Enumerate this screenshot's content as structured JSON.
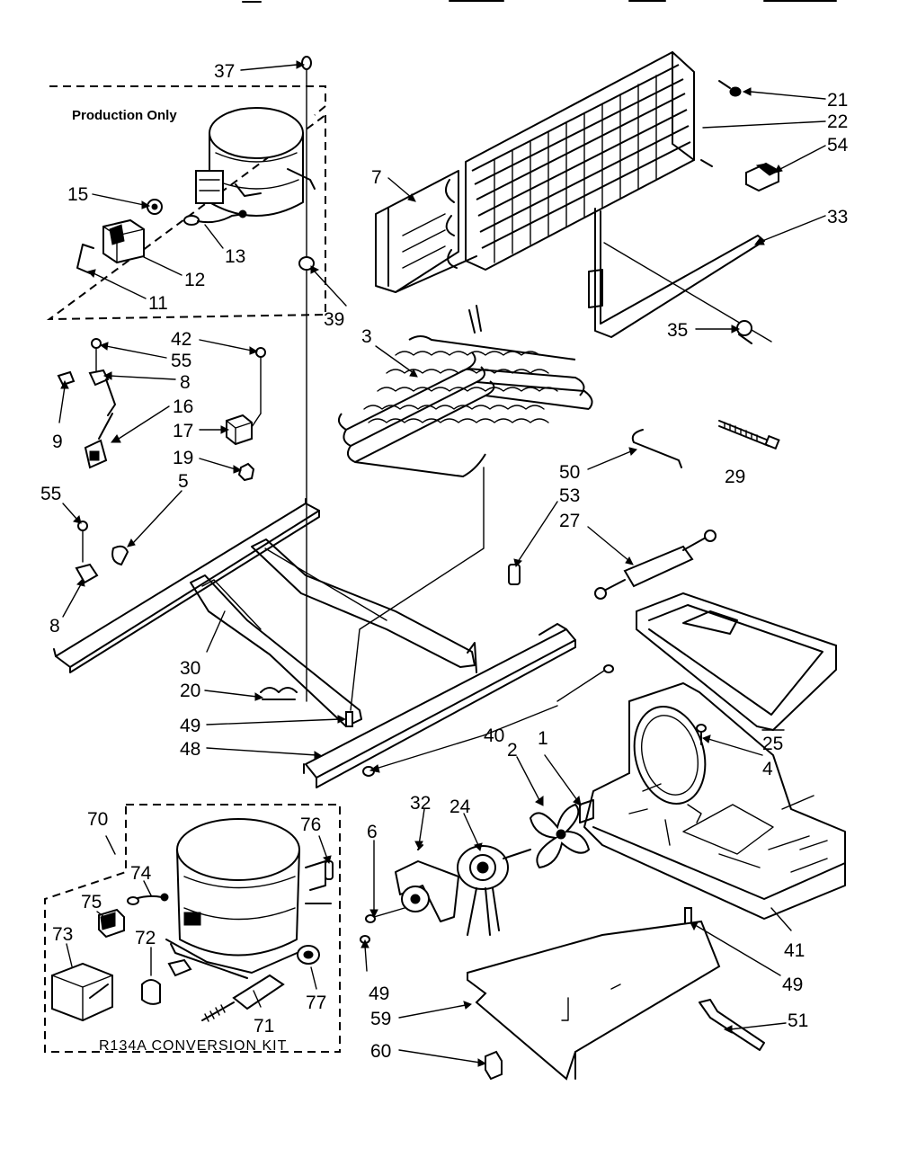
{
  "header": {
    "production_box_title": "Production Only",
    "conversion_kit_title": "R134A CONVERSION KIT"
  },
  "callouts": [
    {
      "id": "c37",
      "label": "37"
    },
    {
      "id": "c21",
      "label": "21"
    },
    {
      "id": "c22",
      "label": "22"
    },
    {
      "id": "c54",
      "label": "54"
    },
    {
      "id": "c7",
      "label": "7"
    },
    {
      "id": "c33",
      "label": "33"
    },
    {
      "id": "c15",
      "label": "15"
    },
    {
      "id": "c13",
      "label": "13"
    },
    {
      "id": "c12",
      "label": "12"
    },
    {
      "id": "c11",
      "label": "11"
    },
    {
      "id": "c39",
      "label": "39"
    },
    {
      "id": "c3",
      "label": "3"
    },
    {
      "id": "c35",
      "label": "35"
    },
    {
      "id": "c42",
      "label": "42"
    },
    {
      "id": "c55a",
      "label": "55"
    },
    {
      "id": "c8a",
      "label": "8"
    },
    {
      "id": "c16",
      "label": "16"
    },
    {
      "id": "c9",
      "label": "9"
    },
    {
      "id": "c17",
      "label": "17"
    },
    {
      "id": "c19",
      "label": "19"
    },
    {
      "id": "c5",
      "label": "5"
    },
    {
      "id": "c55b",
      "label": "55"
    },
    {
      "id": "c8b",
      "label": "8"
    },
    {
      "id": "c50",
      "label": "50"
    },
    {
      "id": "c53",
      "label": "53"
    },
    {
      "id": "c27",
      "label": "27"
    },
    {
      "id": "c29",
      "label": "29"
    },
    {
      "id": "c30",
      "label": "30"
    },
    {
      "id": "c20",
      "label": "20"
    },
    {
      "id": "c49a",
      "label": "49"
    },
    {
      "id": "c48",
      "label": "48"
    },
    {
      "id": "c40",
      "label": "40"
    },
    {
      "id": "c25",
      "label": "25"
    },
    {
      "id": "c4",
      "label": "4"
    },
    {
      "id": "c2",
      "label": "2"
    },
    {
      "id": "c1",
      "label": "1"
    },
    {
      "id": "c70",
      "label": "70"
    },
    {
      "id": "c76",
      "label": "76"
    },
    {
      "id": "c74",
      "label": "74"
    },
    {
      "id": "c75",
      "label": "75"
    },
    {
      "id": "c73",
      "label": "73"
    },
    {
      "id": "c72",
      "label": "72"
    },
    {
      "id": "c77",
      "label": "77"
    },
    {
      "id": "c71",
      "label": "71"
    },
    {
      "id": "c6",
      "label": "6"
    },
    {
      "id": "c32",
      "label": "32"
    },
    {
      "id": "c24",
      "label": "24"
    },
    {
      "id": "c41",
      "label": "41"
    },
    {
      "id": "c49b",
      "label": "49"
    },
    {
      "id": "c49c",
      "label": "49"
    },
    {
      "id": "c59",
      "label": "59"
    },
    {
      "id": "c60",
      "label": "60"
    },
    {
      "id": "c51",
      "label": "51"
    }
  ]
}
